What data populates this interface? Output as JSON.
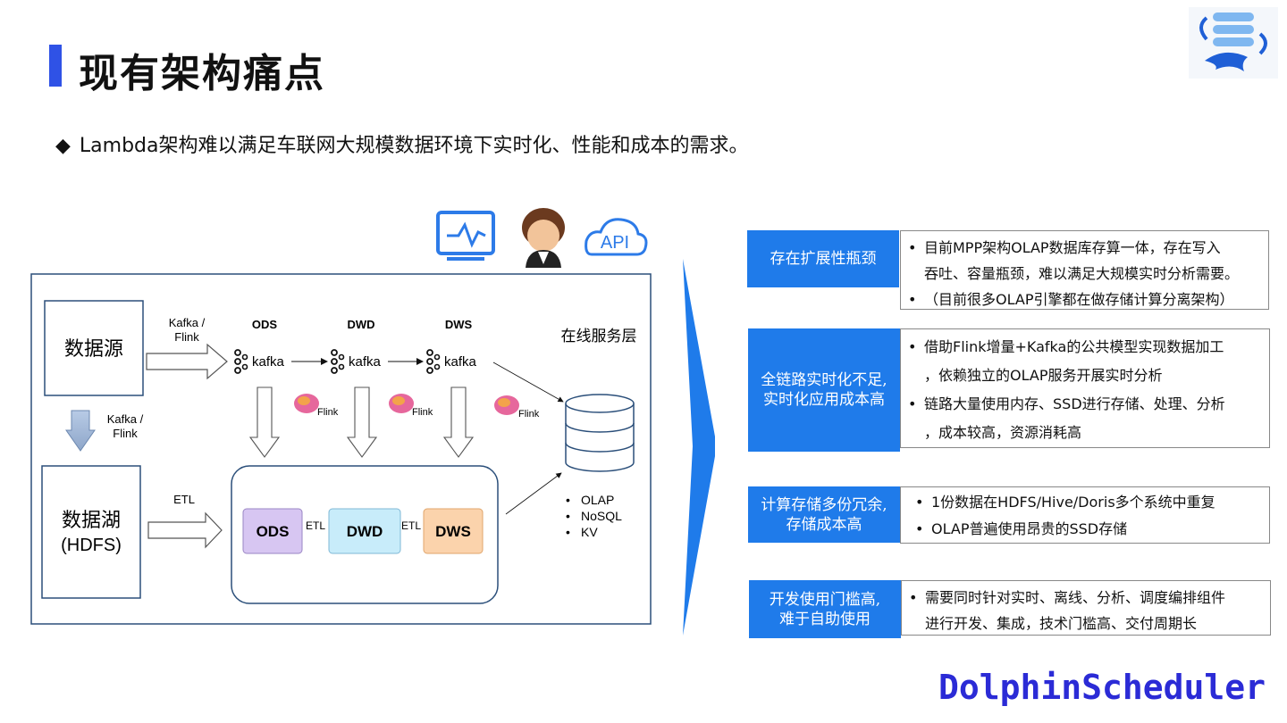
{
  "header": {
    "title": "现有架构痛点",
    "bullet": "Lambda架构难以满足车联网大规模数据环境下实时化、性能和成本的需求。"
  },
  "diagram": {
    "data_source": "数据源",
    "data_lake_line1": "数据湖",
    "data_lake_line2": "(HDFS)",
    "arrow_top_label_1": "Kafka /",
    "arrow_top_label_2": "Flink",
    "arrow_down_label_1": "Kafka /",
    "arrow_down_label_2": "Flink",
    "arrow_etl_label": "ETL",
    "layers": [
      "ODS",
      "DWD",
      "DWS"
    ],
    "kafka_text": "kafka",
    "flink_text": "Flink",
    "etl_small": "ETL",
    "online_layer": "在线服务层",
    "db_types": [
      "OLAP",
      "NoSQL",
      "KV"
    ],
    "api_text": "API"
  },
  "pain_points": [
    {
      "label_lines": [
        "存在扩展性瓶颈"
      ],
      "items": [
        {
          "text": "目前MPP架构OLAP数据库存算一体，存在写入",
          "bullet": true
        },
        {
          "text": "吞吐、容量瓶颈，难以满足大规模实时分析需要。",
          "bullet": false
        },
        {
          "text": "（目前很多OLAP引擎都在做存储计算分离架构）",
          "bullet": true
        }
      ]
    },
    {
      "label_lines": [
        "全链路实时化不足,",
        "实时化应用成本高"
      ],
      "items": [
        {
          "text": "借助Flink增量+Kafka的公共模型实现数据加工",
          "bullet": true
        },
        {
          "text": "，依赖独立的OLAP服务开展实时分析",
          "bullet": false
        },
        {
          "text": "链路大量使用内存、SSD进行存储、处理、分析",
          "bullet": true
        },
        {
          "text": "，成本较高，资源消耗高",
          "bullet": false
        }
      ]
    },
    {
      "label_lines": [
        "计算存储多份冗余,",
        "存储成本高"
      ],
      "items": [
        {
          "text": "1份数据在HDFS/Hive/Doris多个系统中重复",
          "bullet": true
        },
        {
          "text": "OLAP普遍使用昂贵的SSD存储",
          "bullet": true
        }
      ]
    },
    {
      "label_lines": [
        "开发使用门槛高,",
        "难于自助使用"
      ],
      "items": [
        {
          "text": "需要同时针对实时、离线、分析、调度编排组件",
          "bullet": true
        },
        {
          "text": "进行开发、集成，技术门槛高、交付周期长",
          "bullet": false
        }
      ]
    }
  ],
  "brand": "DolphinScheduler",
  "colors": {
    "accent_blue": "#1f7bea",
    "title_bar": "#2f52e6",
    "brand": "#2b2bd6",
    "ods_box": "#d7c6f2",
    "dwd_box": "#c8ecfa",
    "dws_box": "#fbd3ac"
  }
}
